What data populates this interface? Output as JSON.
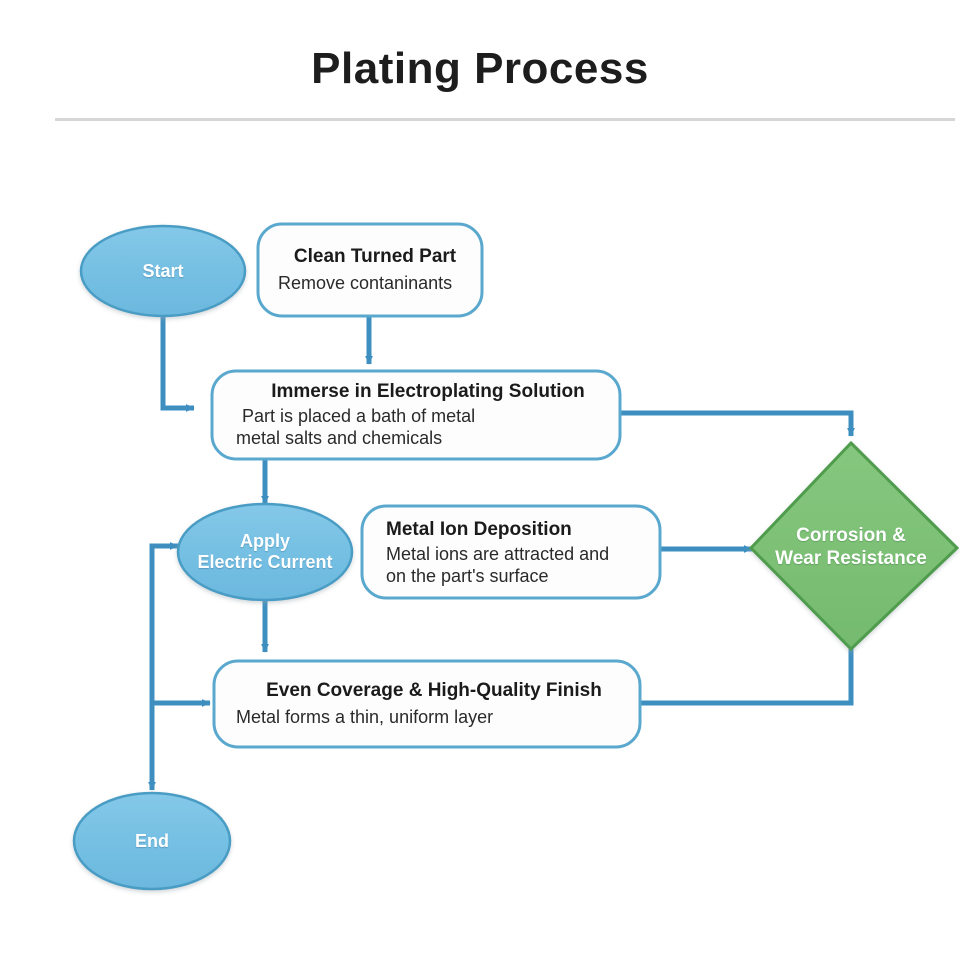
{
  "document": {
    "title": "Plating Process",
    "divider": true,
    "background_color": "#ffffff"
  },
  "theme": {
    "terminator_fill": "#74bfe3",
    "terminator_stroke": "#4a9cc4",
    "process_fill": "#fdfdfd",
    "process_stroke": "#5aa8ce",
    "decision_fill": "#7cc176",
    "decision_stroke": "#4f9c4d",
    "connector_color": "#3e8fc0",
    "title_color": "#1d1d1d",
    "divider_color": "#d4d6d8"
  },
  "chart_data": {
    "type": "diagram",
    "title": "Plating Process",
    "nodes": [
      {
        "id": "start",
        "shape": "ellipse",
        "label": "Start",
        "lines": [
          "Start"
        ]
      },
      {
        "id": "clean",
        "shape": "rounded",
        "label": "Clean Turned Part",
        "subtitle_lines": [
          "Remove contaninants"
        ]
      },
      {
        "id": "immerse",
        "shape": "rounded",
        "label": "Immerse in Electroplating Solution",
        "subtitle_lines": [
          "Part is placed a bath  of  metal",
          "metal salts and chemicals"
        ]
      },
      {
        "id": "apply",
        "shape": "ellipse",
        "label": "Apply Electric Current",
        "lines": [
          "Apply",
          "Electric Current"
        ]
      },
      {
        "id": "deposition",
        "shape": "rounded",
        "label": "Metal Ion Deposition",
        "subtitle_lines": [
          "Metal ions are attracted and",
          "on the part's surface"
        ]
      },
      {
        "id": "corrosion",
        "shape": "diamond",
        "label": "Corrosion & Wear Resistance",
        "lines": [
          "Corrosion &",
          "Wear Resistance"
        ]
      },
      {
        "id": "coverage",
        "shape": "rounded",
        "label": "Even Coverage & High-Quality Finish",
        "subtitle_lines": [
          "Metal forms a thin, uniform layer"
        ]
      },
      {
        "id": "end",
        "shape": "ellipse",
        "label": "End",
        "lines": [
          "End"
        ]
      }
    ],
    "edges": [
      {
        "from": "start",
        "to": "immerse",
        "arrow": true
      },
      {
        "from": "clean",
        "to": "immerse",
        "arrow": true
      },
      {
        "from": "immerse",
        "to": "apply",
        "arrow": true
      },
      {
        "from": "immerse",
        "to": "corrosion",
        "arrow": true
      },
      {
        "from": "apply",
        "to": "coverage",
        "arrow": true
      },
      {
        "from": "deposition",
        "to": "corrosion",
        "arrow": true
      },
      {
        "from": "corrosion",
        "to": "coverage",
        "arrow": false
      },
      {
        "from": "coverage",
        "to": "apply",
        "arrow": true
      },
      {
        "from": "coverage",
        "to": "end",
        "arrow": true
      }
    ]
  },
  "nodes": {
    "start": {
      "label": "Start"
    },
    "clean": {
      "title": "Clean Turned Part",
      "line1": "Remove contaninants"
    },
    "immerse": {
      "title": "Immerse in Electroplating Solution",
      "line1": "Part is placed a bath  of  metal",
      "line2": "metal salts and chemicals"
    },
    "apply": {
      "line1": "Apply",
      "line2": "Electric Current"
    },
    "deposition": {
      "title": "Metal Ion Deposition",
      "line1": "Metal ions are attracted and",
      "line2": "on the part's surface"
    },
    "corrosion": {
      "line1": "Corrosion &",
      "line2": "Wear Resistance"
    },
    "coverage": {
      "title": "Even Coverage & High-Quality Finish",
      "line1": "Metal forms a thin, uniform layer"
    },
    "end": {
      "label": "End"
    }
  }
}
